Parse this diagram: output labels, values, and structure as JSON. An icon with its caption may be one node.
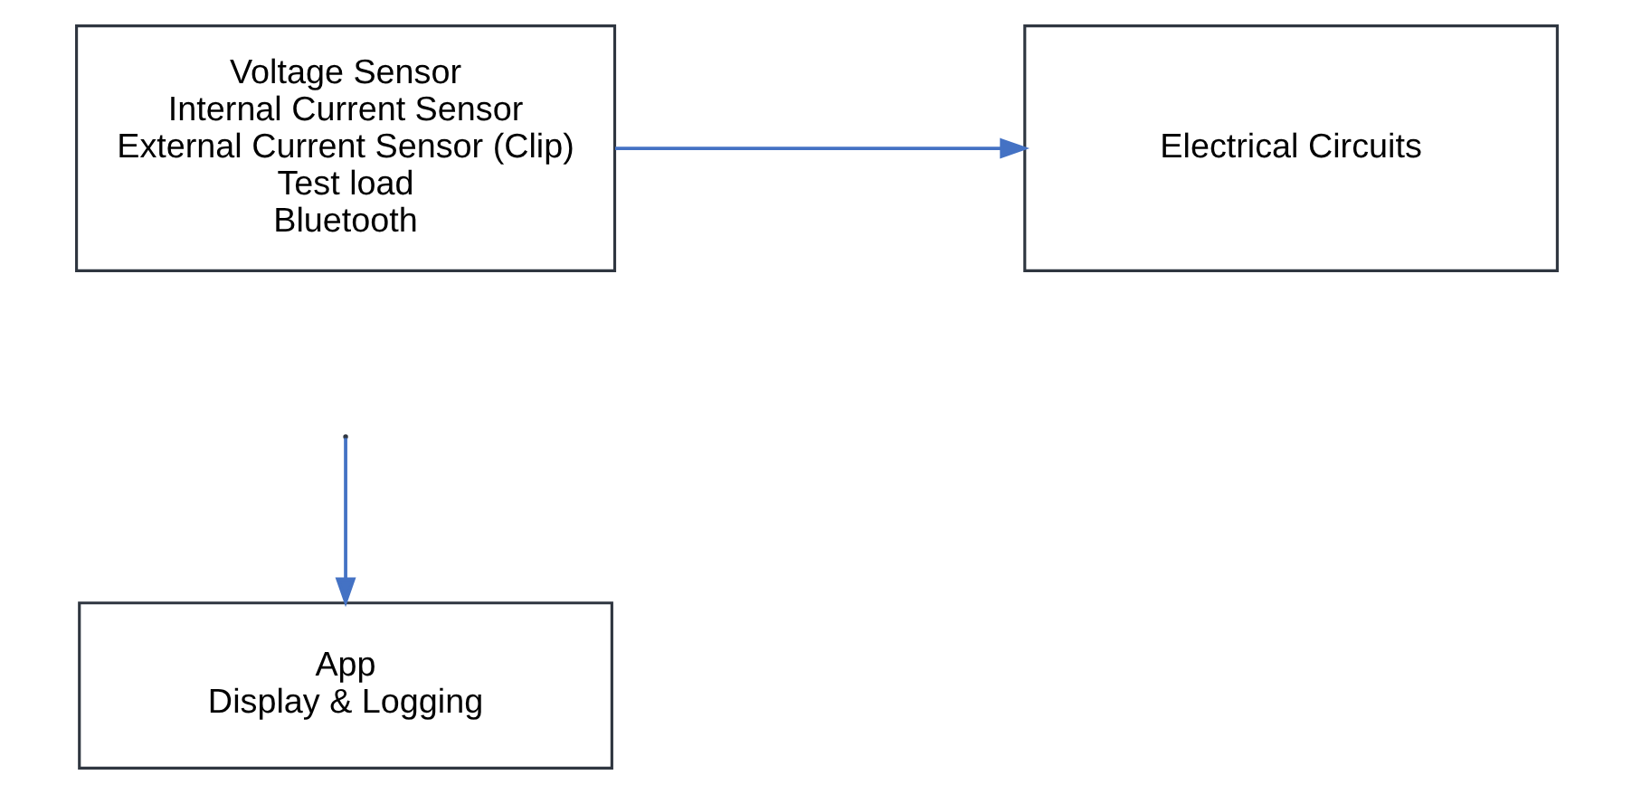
{
  "diagram": {
    "nodes": [
      {
        "text": [
          "Voltage Sensor",
          "Internal Current Sensor",
          "External Current Sensor (Clip)",
          "Test load",
          "Bluetooth"
        ]
      },
      {
        "text": [
          "Electrical Circuits"
        ]
      },
      {
        "text": [
          "App",
          "Display & Logging"
        ]
      }
    ],
    "edges": [
      {
        "from": 0,
        "to": 1,
        "arrow": "to"
      },
      {
        "from": null,
        "to": 2,
        "arrow": "to"
      }
    ]
  }
}
